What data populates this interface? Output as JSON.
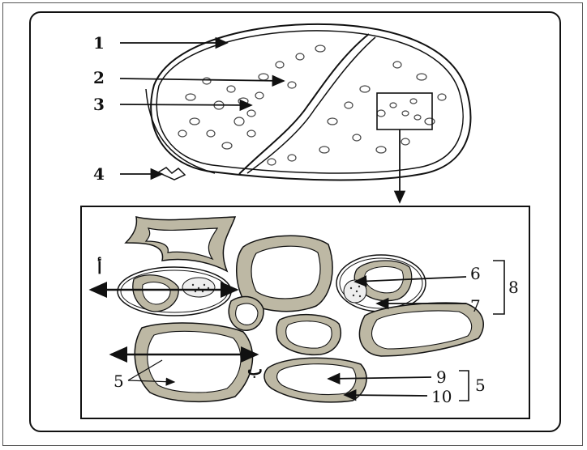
{
  "labels": {
    "n1": "1",
    "n2": "2",
    "n3": "3",
    "n4": "4",
    "n5_left": "5",
    "n5_right": "5",
    "n6": "6",
    "n7": "7",
    "n8": "8",
    "n9": "9",
    "n10": "10",
    "alef": "أ",
    "ba": "ب"
  },
  "colors": {
    "cell_wall": "#bdb8a4",
    "line": "#111111"
  }
}
